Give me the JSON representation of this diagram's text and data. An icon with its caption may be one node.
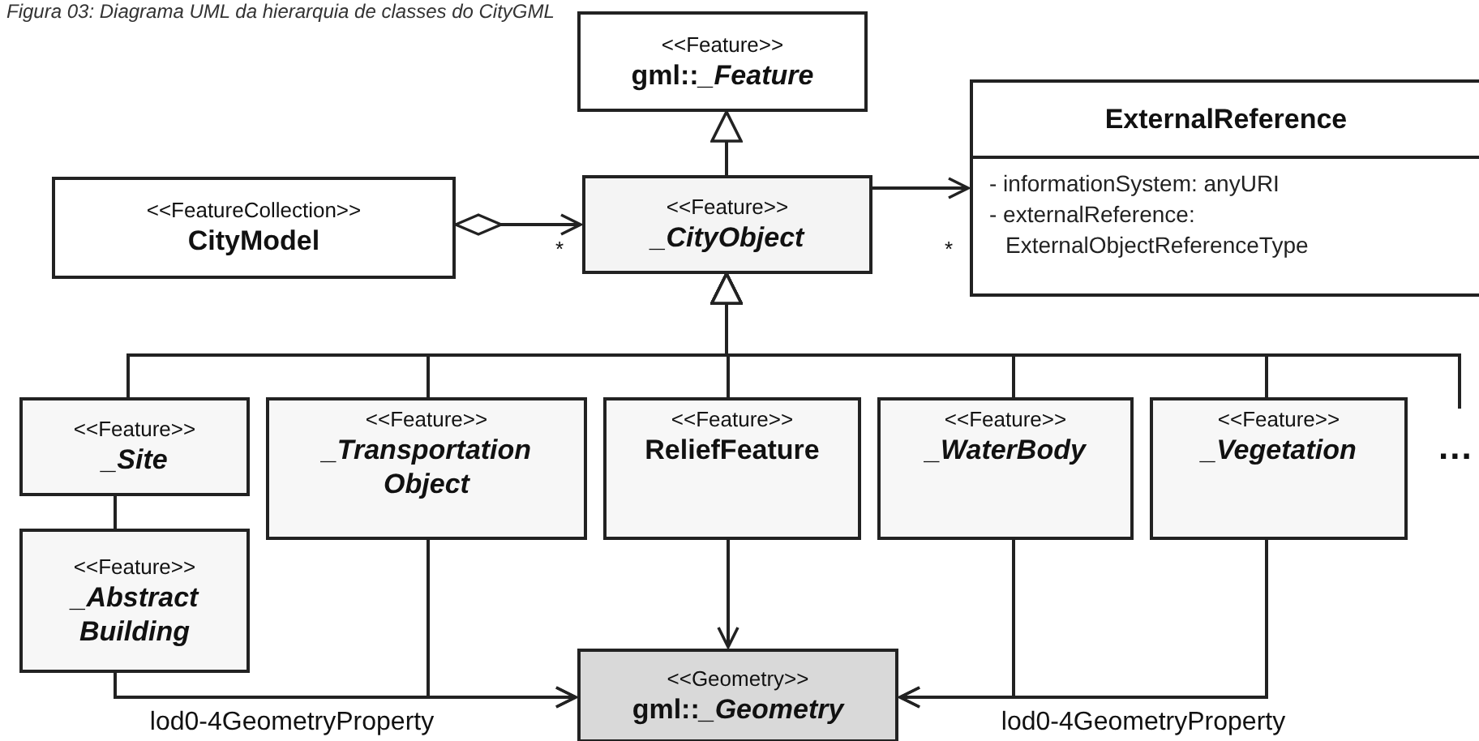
{
  "diagram": {
    "title": "Figura 03: Diagrama UML da hierarquia de classes do CityGML",
    "nodes": [
      {
        "text": [
          "<<Feature>>",
          "gml::*_Feature*"
        ]
      },
      {
        "text": [
          "<<FeatureCollection>>",
          "CityModel"
        ]
      },
      {
        "text": [
          "<<Feature>>",
          "_CityObject"
        ]
      },
      {
        "text": [
          "ExternalReference",
          "- informationSystem: anyURI",
          "- externalReference: ExternalObjectReferenceType"
        ]
      },
      {
        "text": [
          "<<Feature>>",
          "_Site"
        ]
      },
      {
        "text": [
          "<<Feature>>",
          "_Transportation Object"
        ]
      },
      {
        "text": [
          "<<Feature>>",
          "ReliefFeature"
        ]
      },
      {
        "text": [
          "<<Feature>>",
          "_WaterBody"
        ]
      },
      {
        "text": [
          "<<Feature>>",
          "_Vegetation"
        ]
      },
      {
        "text": [
          "<<Feature>>",
          "_Abstract Building"
        ]
      },
      {
        "text": [
          "<<Geometry>>",
          "gml::*_Geometry*"
        ]
      },
      {
        "text": [
          "..."
        ]
      }
    ],
    "edges": [
      {
        "from": 2,
        "to": 0,
        "arrow": "to"
      },
      {
        "from": 1,
        "to": 2,
        "arrow": "to",
        "label": "*"
      },
      {
        "from": 2,
        "to": 3,
        "arrow": "to",
        "label": "*"
      },
      {
        "from": 4,
        "to": 2,
        "arrow": "to"
      },
      {
        "from": 5,
        "to": 2,
        "arrow": "to"
      },
      {
        "from": 6,
        "to": 2,
        "arrow": "to"
      },
      {
        "from": 7,
        "to": 2,
        "arrow": "to"
      },
      {
        "from": 8,
        "to": 2,
        "arrow": "to"
      },
      {
        "from": 11,
        "to": 2,
        "arrow": "to"
      },
      {
        "from": 9,
        "to": 4,
        "arrow": "none"
      },
      {
        "from": 9,
        "to": 10,
        "arrow": "to",
        "label": "lod0-4GeometryProperty"
      },
      {
        "from": 5,
        "to": 10,
        "arrow": "to"
      },
      {
        "from": 6,
        "to": 10,
        "arrow": "to"
      },
      {
        "from": 7,
        "to": 10,
        "arrow": "to"
      },
      {
        "from": 8,
        "to": 10,
        "arrow": "to",
        "label": "lod0-4GeometryProperty"
      }
    ]
  }
}
